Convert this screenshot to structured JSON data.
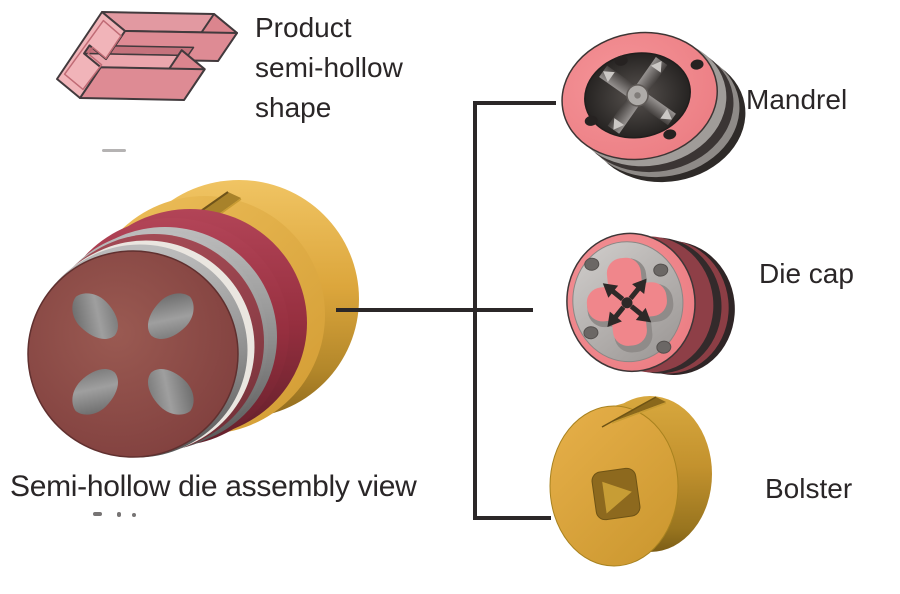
{
  "product": {
    "label_lines": [
      "Product",
      "semi-hollow",
      "shape"
    ]
  },
  "assembly": {
    "caption": "Semi-hollow die assembly view"
  },
  "components": [
    {
      "name": "Mandrel"
    },
    {
      "name": "Die cap"
    },
    {
      "name": "Bolster"
    }
  ],
  "palette": {
    "pink_face": "#f0868b",
    "pink_light": "#f1b4b9",
    "gold": "#dca63c",
    "crimson_band": "#9e3745",
    "maroon_face": "#8c4a46",
    "gray_band": "#9b9998",
    "connector_line": "#2b2728",
    "text": "#2a2627",
    "background": "#ffffff"
  }
}
